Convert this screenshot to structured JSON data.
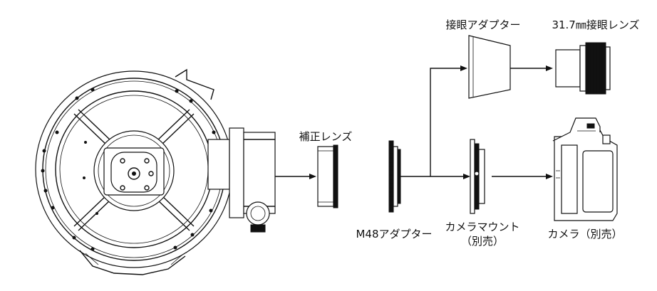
{
  "labels": {
    "corrector_lens": "補正レンズ",
    "m48_adapter": "M48アダプター",
    "camera_mount_line1": "カメラマウント",
    "camera_mount_line2": "（別売）",
    "camera": "カメラ（別売）",
    "eyepiece_adapter": "接眼アダプター",
    "eyepiece_lens": "31.7㎜接眼レンズ"
  }
}
